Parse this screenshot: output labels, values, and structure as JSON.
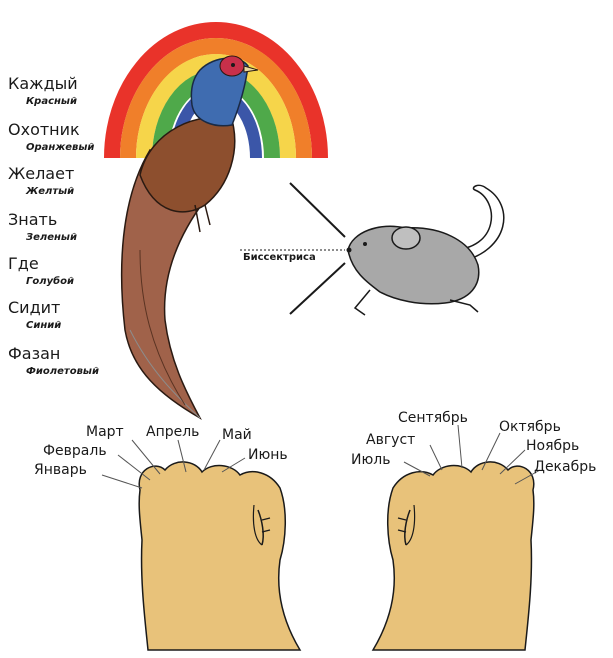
{
  "mnemonic": {
    "words": [
      "Каждый",
      "Охотник",
      "Желает",
      "Знать",
      "Где",
      "Сидит",
      "Фазан"
    ],
    "colors": [
      "Красный",
      "Оранжевый",
      "Желтый",
      "Зеленый",
      "Голубой",
      "Синий",
      "Фиолетовый"
    ],
    "rainbow_colors": [
      "#e9332a",
      "#f07f2a",
      "#f6d54a",
      "#4fa94a",
      "#7fc2e6",
      "#3b56a8",
      "#8a6bb0"
    ]
  },
  "mouse": {
    "label": "Биссектриса"
  },
  "months": {
    "left_hand": [
      "Март",
      "Февраль",
      "Январь",
      "Апрель",
      "Май",
      "Июнь"
    ],
    "right_hand": [
      "Сентябрь",
      "Август",
      "Июль",
      "Октябрь",
      "Ноябрь",
      "Декабрь"
    ]
  }
}
